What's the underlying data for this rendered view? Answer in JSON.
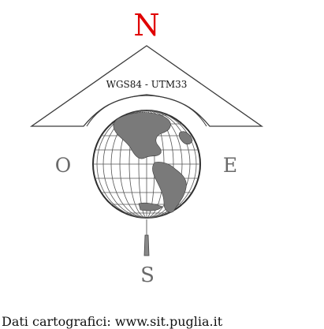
{
  "compass": {
    "north": "N",
    "south": "S",
    "east": "E",
    "west": "O"
  },
  "datum_label": "WGS84 - UTM33",
  "credit": "Dati cartografici: www.sit.puglia.it",
  "colors": {
    "north": "#e00000",
    "letters": "#6a6a6a",
    "outline": "#3a3a3a"
  }
}
